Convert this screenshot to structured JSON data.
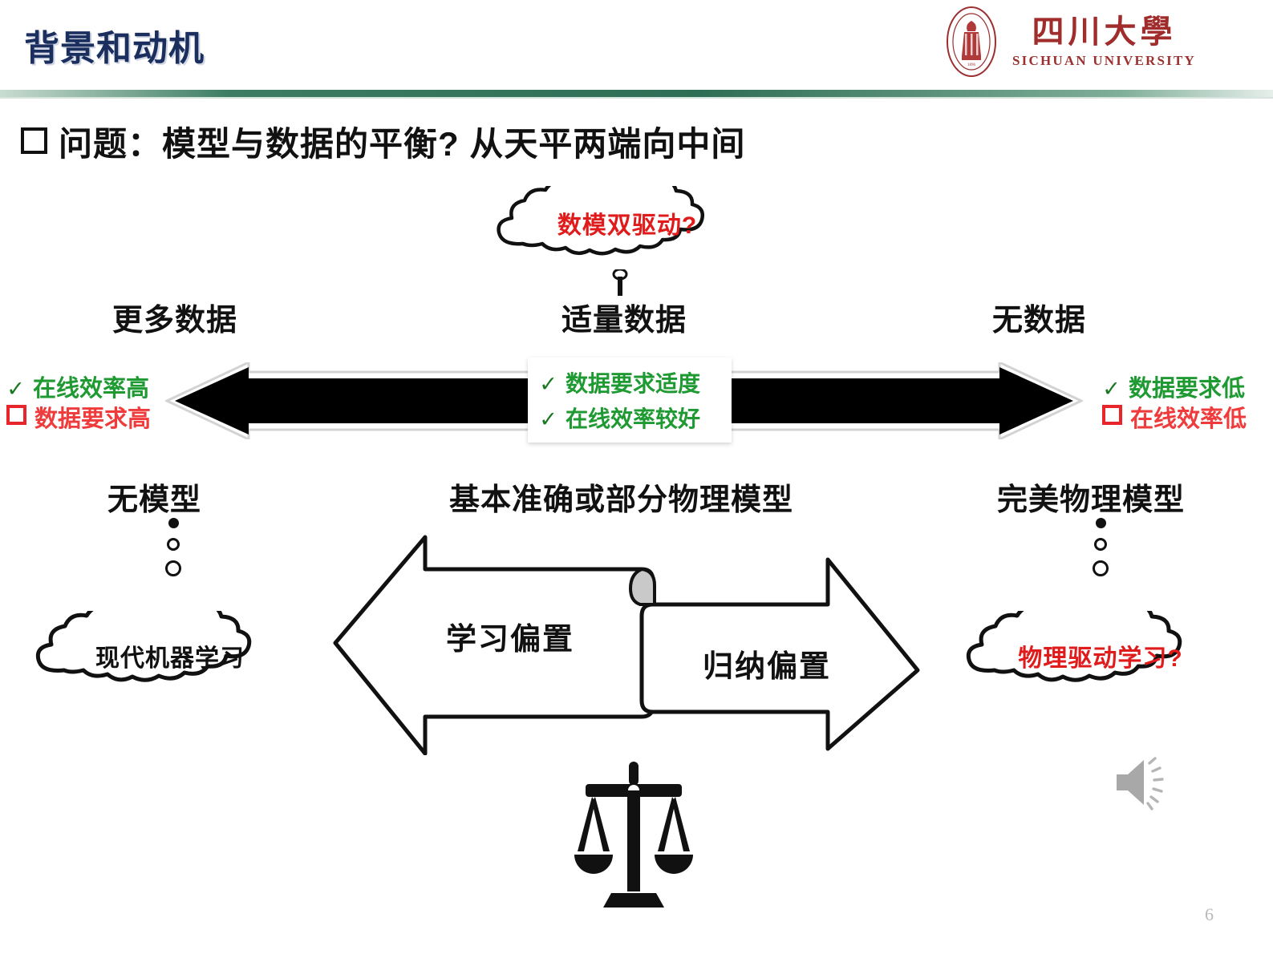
{
  "header": {
    "title": "背景和动机",
    "rule_color": "#2f6e56",
    "title_color": "#1b2f5e"
  },
  "logo": {
    "name_cn": "四川大學",
    "name_en": "SICHUAN UNIVERSITY",
    "color": "#a02c2c"
  },
  "bullet": {
    "text": "问题：模型与数据的平衡? 从天平两端向中间"
  },
  "cloud_top": {
    "label": "数模双驱动?",
    "color": "#e01b1b"
  },
  "data_axis": {
    "left_caption": "更多数据",
    "mid_caption": "适量数据",
    "right_caption": "无数据",
    "left_points": [
      {
        "marker": "check",
        "text": "在线效率高",
        "color": "#1f9a33"
      },
      {
        "marker": "square",
        "text": "数据要求高",
        "color": "#ef3b3b"
      }
    ],
    "mid_points": [
      {
        "marker": "check",
        "text": "数据要求适度",
        "color": "#1f9a33"
      },
      {
        "marker": "check",
        "text": "在线效率较好",
        "color": "#1f9a33"
      }
    ],
    "right_points": [
      {
        "marker": "check",
        "text": "数据要求低",
        "color": "#1f9a33"
      },
      {
        "marker": "square",
        "text": "在线效率低",
        "color": "#ef3b3b"
      }
    ]
  },
  "model_axis": {
    "left_caption": "无模型",
    "mid_caption": "基本准确或部分物理模型",
    "right_caption": "完美物理模型"
  },
  "bias": {
    "left_arrow_label": "学习偏置",
    "right_arrow_label": "归纳偏置"
  },
  "cloud_bottom_left": {
    "label": "现代机器学习",
    "color": "#111111"
  },
  "cloud_bottom_right": {
    "label": "物理驱动学习?",
    "color": "#e01b1b"
  },
  "icons": {
    "scale": "balance-scale-icon",
    "audio": "speaker-icon"
  },
  "footer": {
    "page_number": "6"
  }
}
